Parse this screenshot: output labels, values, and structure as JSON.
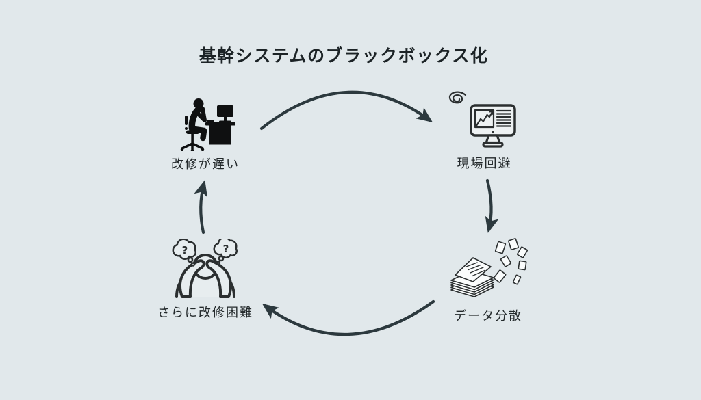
{
  "title": "基幹システムのブラックボックス化",
  "icons": {
    "question_mark": "?"
  },
  "colors": {
    "background": "#e1e8eb",
    "arrow": "#2c393e",
    "title_text": "#1c2326",
    "label_text": "#23292b",
    "icon_fill": "#0f1011",
    "icon_stroke": "#2b2f30",
    "paper_fill": "#fafcfc",
    "screen_fill": "#eef2f3"
  },
  "cycle": {
    "nodes": [
      {
        "label": "改修が遅い",
        "icon": "person-working-at-desk-icon",
        "position": "top-left"
      },
      {
        "label": "現場回避",
        "icon": "monitor-with-chart-icon",
        "position": "top-right"
      },
      {
        "label": "データ分散",
        "icon": "scattered-documents-icon",
        "position": "bottom-right"
      },
      {
        "label": "さらに改修困難",
        "icon": "confused-person-icon",
        "position": "bottom-left"
      }
    ],
    "arrows": [
      {
        "from": "改修が遅い",
        "to": "現場回避"
      },
      {
        "from": "現場回避",
        "to": "データ分散"
      },
      {
        "from": "データ分散",
        "to": "さらに改修困難"
      },
      {
        "from": "さらに改修困難",
        "to": "改修が遅い"
      }
    ]
  }
}
